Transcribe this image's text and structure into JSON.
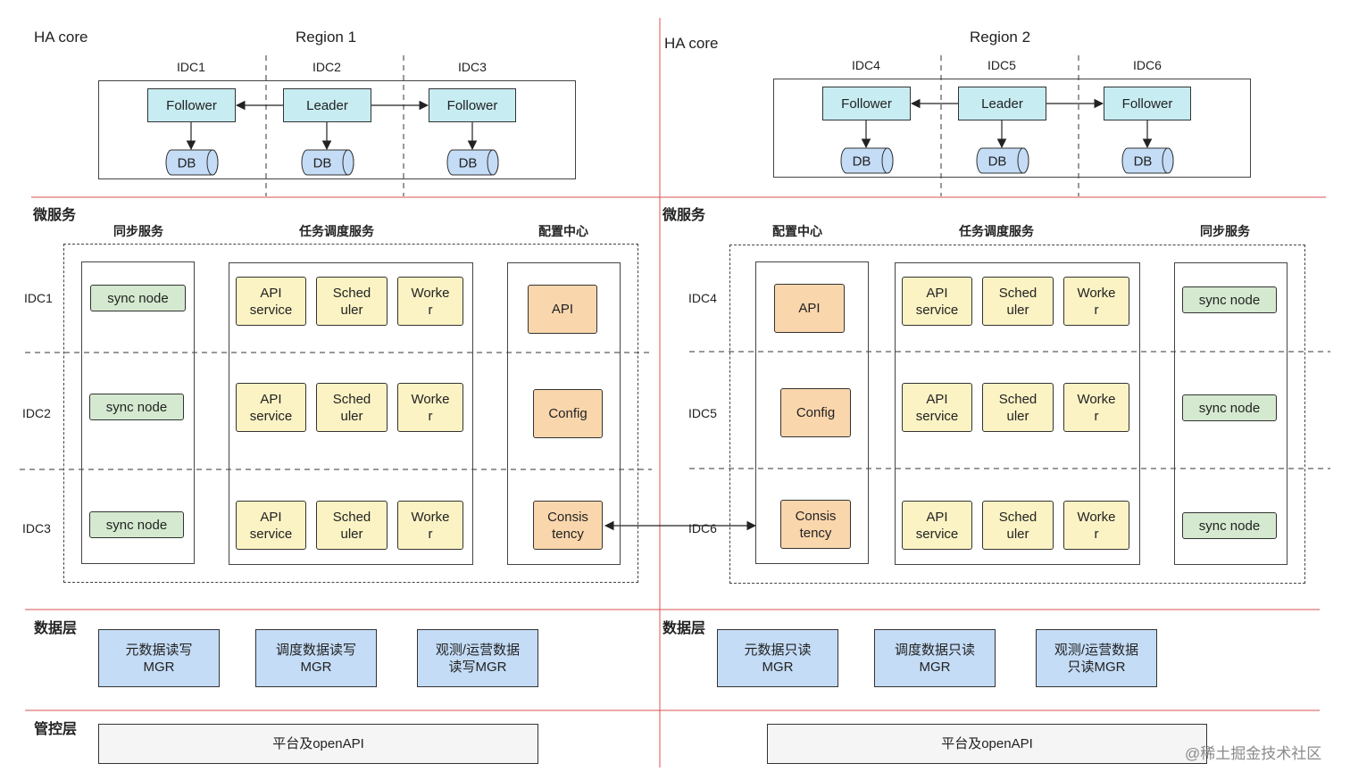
{
  "left": {
    "ha_title": "HA core",
    "region_title": "Region 1",
    "ha_idcs": [
      "IDC1",
      "IDC2",
      "IDC3"
    ],
    "ha_nodes": [
      "Follower",
      "Leader",
      "Follower"
    ],
    "db_label": "DB",
    "micro_title": "微服务",
    "col_sync": "同步服务",
    "col_task": "任务调度服务",
    "col_config": "配置中心",
    "row_idcs": [
      "IDC1",
      "IDC2",
      "IDC3"
    ],
    "sync_node": "sync node",
    "api_service": [
      "API",
      "service"
    ],
    "scheduler": [
      "Sched",
      "uler"
    ],
    "worker": [
      "Worke",
      "r"
    ],
    "config_items": [
      [
        "API"
      ],
      [
        "Config"
      ],
      [
        "Consis",
        "tency"
      ]
    ],
    "data_title": "数据层",
    "data_items": [
      [
        "元数据读写",
        "MGR"
      ],
      [
        "调度数据读写",
        "MGR"
      ],
      [
        "观测/运营数据",
        "读写MGR"
      ]
    ],
    "mgmt_title": "管控层",
    "platform": "平台及openAPI"
  },
  "right": {
    "ha_title": "HA core",
    "region_title": "Region 2",
    "ha_idcs": [
      "IDC4",
      "IDC5",
      "IDC6"
    ],
    "ha_nodes": [
      "Follower",
      "Leader",
      "Follower"
    ],
    "db_label": "DB",
    "micro_title": "微服务",
    "col_config": "配置中心",
    "col_task": "任务调度服务",
    "col_sync": "同步服务",
    "row_idcs": [
      "IDC4",
      "IDC5",
      "IDC6"
    ],
    "sync_node": "sync node",
    "api_service": [
      "API",
      "service"
    ],
    "scheduler": [
      "Sched",
      "uler"
    ],
    "worker": [
      "Worke",
      "r"
    ],
    "config_items": [
      [
        "API"
      ],
      [
        "Config"
      ],
      [
        "Consis",
        "tency"
      ]
    ],
    "data_title": "数据层",
    "data_items": [
      [
        "元数据只读",
        "MGR"
      ],
      [
        "调度数据只读",
        "MGR"
      ],
      [
        "观测/运营数据",
        "只读MGR"
      ]
    ],
    "platform": "平台及openAPI"
  },
  "watermark": "@稀土掘金技术社区",
  "colors": {
    "cyan": "#c7ecf2",
    "yellow": "#fbf3c4",
    "orange": "#fad6ad",
    "green": "#d4e9cf",
    "blue": "#c4dcf6",
    "red_divider": "#d9534f"
  }
}
